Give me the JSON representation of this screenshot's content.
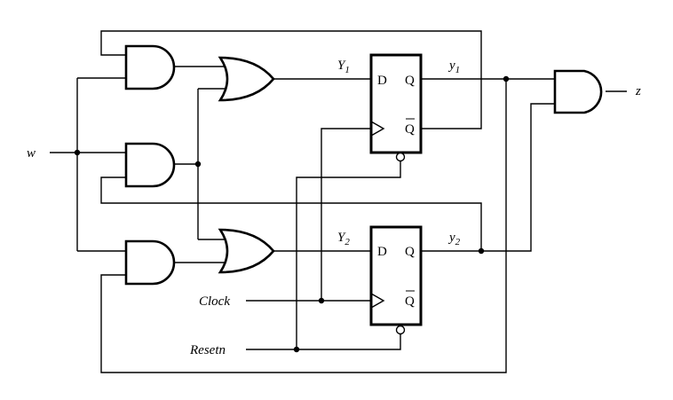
{
  "signals": {
    "w": "w",
    "z": "z",
    "clock": "Clock",
    "resetn": "Resetn",
    "Y1": {
      "base": "Y",
      "sub": "1"
    },
    "Y2": {
      "base": "Y",
      "sub": "2"
    },
    "y1": {
      "base": "y",
      "sub": "1"
    },
    "y2": {
      "base": "y",
      "sub": "2"
    }
  },
  "flipflop": {
    "d_label": "D",
    "q_label": "Q",
    "qbar_label": "Q"
  }
}
